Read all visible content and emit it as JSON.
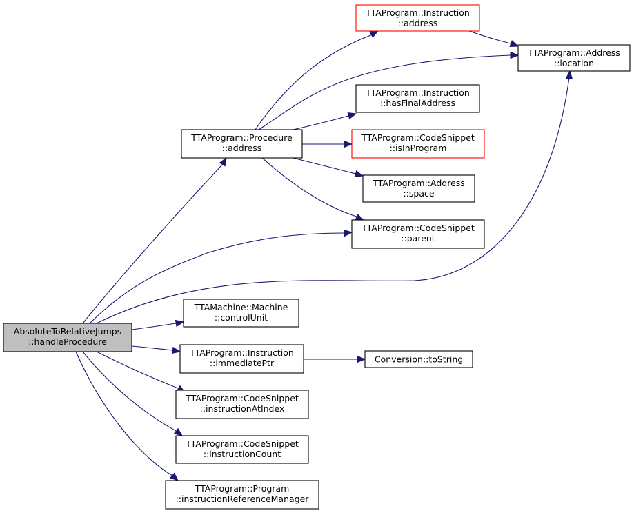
{
  "graph": {
    "title": "",
    "colors": {
      "edge": "#191970",
      "border_default": "#000000",
      "border_incomplete": "#ff0000",
      "root_fill": "#bfbfbf",
      "node_fill": "#ffffff"
    },
    "nodes": [
      {
        "id": "root",
        "line1": "AbsoluteToRelativeJumps",
        "line2": "::handleProcedure",
        "style": "root"
      },
      {
        "id": "proc_address",
        "line1": "TTAProgram::Procedure",
        "line2": "::address",
        "style": "normal"
      },
      {
        "id": "instr_address",
        "line1": "TTAProgram::Instruction",
        "line2": "::address",
        "style": "red"
      },
      {
        "id": "addr_location",
        "line1": "TTAProgram::Address",
        "line2": "::location",
        "style": "normal"
      },
      {
        "id": "instr_hasfinal",
        "line1": "TTAProgram::Instruction",
        "line2": "::hasFinalAddress",
        "style": "normal"
      },
      {
        "id": "cs_isinprogram",
        "line1": "TTAProgram::CodeSnippet",
        "line2": "::isInProgram",
        "style": "red"
      },
      {
        "id": "addr_space",
        "line1": "TTAProgram::Address",
        "line2": "::space",
        "style": "normal"
      },
      {
        "id": "cs_parent",
        "line1": "TTAProgram::CodeSnippet",
        "line2": "::parent",
        "style": "normal"
      },
      {
        "id": "machine_cu",
        "line1": "TTAMachine::Machine",
        "line2": "::controlUnit",
        "style": "normal"
      },
      {
        "id": "instr_immptr",
        "line1": "TTAProgram::Instruction",
        "line2": "::immediatePtr",
        "style": "normal"
      },
      {
        "id": "conv_tostring",
        "line1": "Conversion::toString",
        "line2": "",
        "style": "normal"
      },
      {
        "id": "cs_instratindex",
        "line1": "TTAProgram::CodeSnippet",
        "line2": "::instructionAtIndex",
        "style": "normal"
      },
      {
        "id": "cs_instrcount",
        "line1": "TTAProgram::CodeSnippet",
        "line2": "::instructionCount",
        "style": "normal"
      },
      {
        "id": "prog_irm",
        "line1": "TTAProgram::Program",
        "line2": "::instructionReferenceManager",
        "style": "normal"
      }
    ],
    "edges": [
      {
        "from": "root",
        "to": "proc_address"
      },
      {
        "from": "root",
        "to": "cs_parent"
      },
      {
        "from": "root",
        "to": "addr_location"
      },
      {
        "from": "root",
        "to": "machine_cu"
      },
      {
        "from": "root",
        "to": "instr_immptr"
      },
      {
        "from": "root",
        "to": "cs_instratindex"
      },
      {
        "from": "root",
        "to": "cs_instrcount"
      },
      {
        "from": "root",
        "to": "prog_irm"
      },
      {
        "from": "proc_address",
        "to": "instr_address"
      },
      {
        "from": "proc_address",
        "to": "addr_location"
      },
      {
        "from": "proc_address",
        "to": "instr_hasfinal"
      },
      {
        "from": "proc_address",
        "to": "cs_isinprogram"
      },
      {
        "from": "proc_address",
        "to": "addr_space"
      },
      {
        "from": "proc_address",
        "to": "cs_parent"
      },
      {
        "from": "instr_address",
        "to": "addr_location"
      },
      {
        "from": "instr_immptr",
        "to": "conv_tostring"
      }
    ]
  }
}
